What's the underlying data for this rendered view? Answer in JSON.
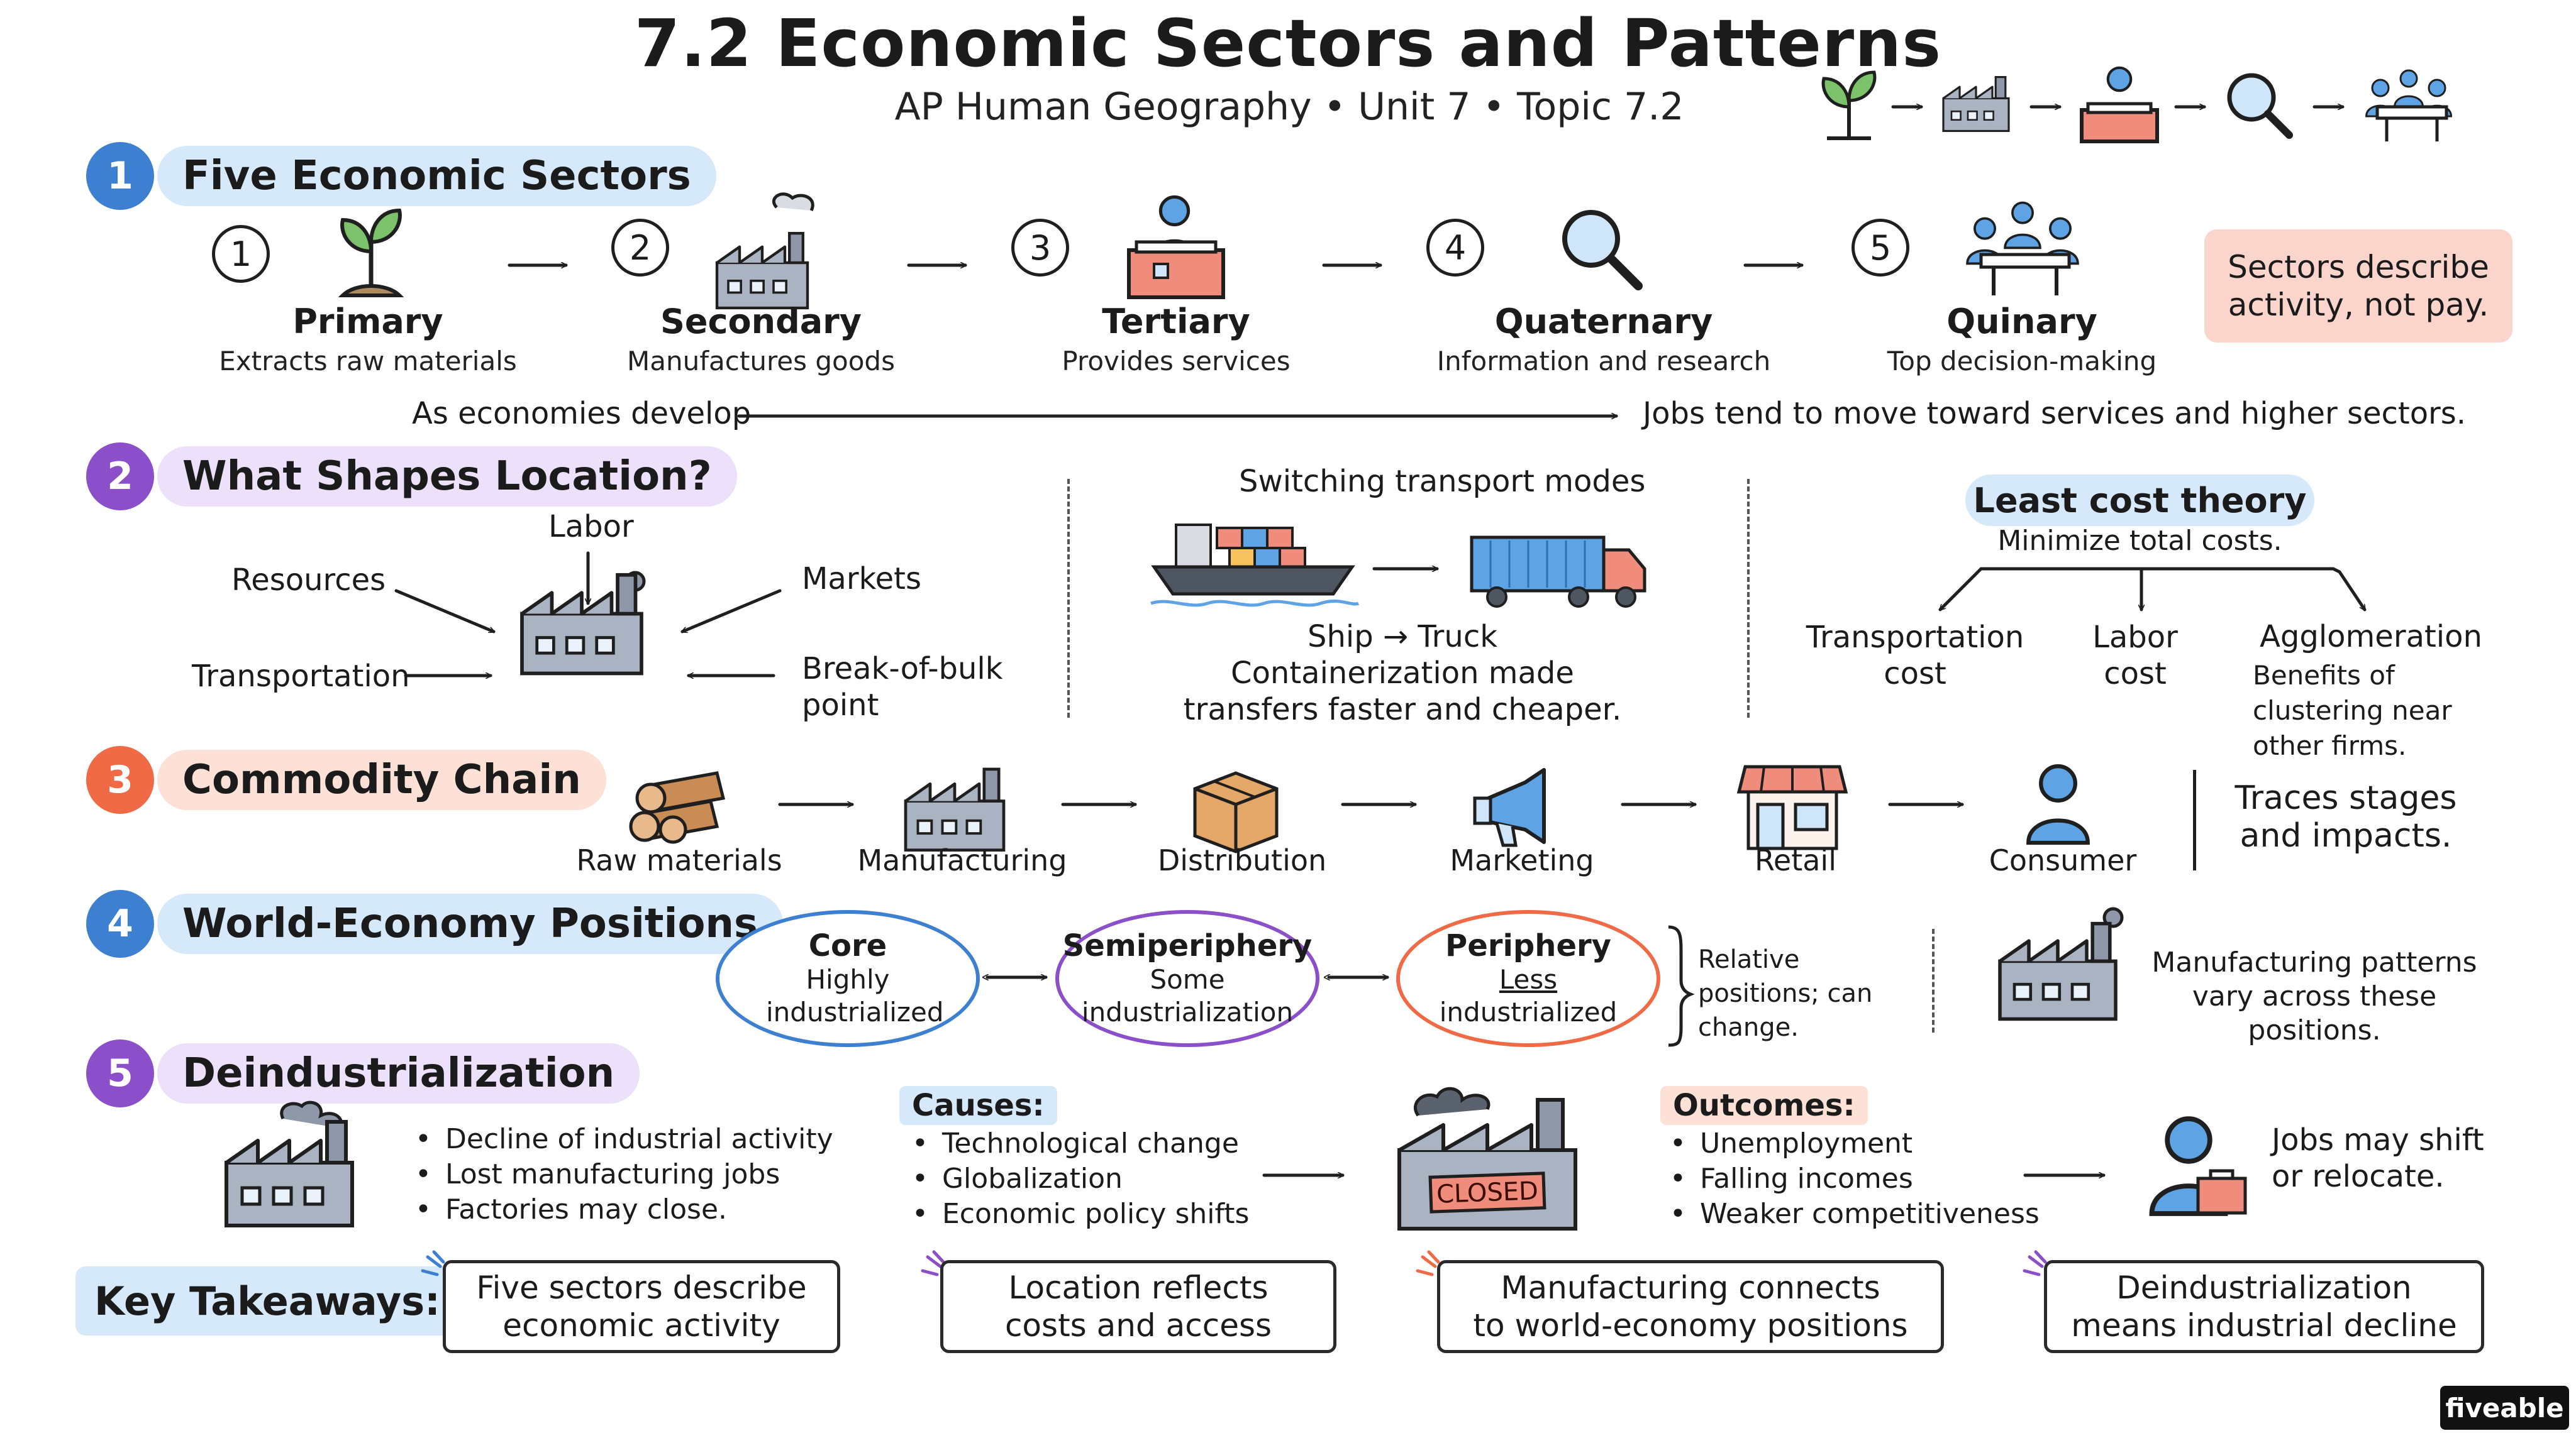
{
  "header": {
    "title": "7.2 Economic Sectors and Patterns",
    "subtitle": "AP Human Geography • Unit 7 • Topic 7.2",
    "icon_flow": [
      "sprout-icon",
      "factory-icon",
      "desk-worker-icon",
      "magnifier-icon",
      "meeting-icon"
    ]
  },
  "colors": {
    "blue": "#3d7fd0",
    "purple": "#8a4fc9",
    "orange": "#ef6a45",
    "blue_bg": "#d6e9fb",
    "purple_bg": "#ece0fa",
    "orange_bg": "#fde0d6",
    "note_bg": "#fbd5cc"
  },
  "s1": {
    "num": "1",
    "label": "Five Economic Sectors",
    "sectors": [
      {
        "num": "1",
        "name": "Primary",
        "desc": "Extracts raw materials",
        "icon": "sprout-icon"
      },
      {
        "num": "2",
        "name": "Secondary",
        "desc": "Manufactures goods",
        "icon": "factory-icon"
      },
      {
        "num": "3",
        "name": "Tertiary",
        "desc": "Provides services",
        "icon": "desk-worker-icon"
      },
      {
        "num": "4",
        "name": "Quaternary",
        "desc": "Information and research",
        "icon": "magnifier-icon"
      },
      {
        "num": "5",
        "name": "Quinary",
        "desc": "Top decision-making",
        "icon": "meeting-icon"
      }
    ],
    "note": "Sectors describe activity, not pay.",
    "develop_left": "As economies develop",
    "develop_right": "Jobs tend to move toward services and higher sectors."
  },
  "s2": {
    "num": "2",
    "label": "What Shapes Location?",
    "factors": {
      "labor": "Labor",
      "resources": "Resources",
      "markets": "Markets",
      "transportation": "Transportation",
      "bulk": "Break-of-bulk point"
    },
    "switch": {
      "title": "Switching transport modes",
      "ship_truck": "Ship → Truck",
      "desc": "Containerization made transfers faster and cheaper."
    },
    "least_cost": {
      "title": "Least cost theory",
      "sub": "Minimize total costs.",
      "transport": "Transportation cost",
      "labor": "Labor cost",
      "agglom": "Agglomeration",
      "agglom_desc": "Benefits of clustering near other firms."
    }
  },
  "s3": {
    "num": "3",
    "label": "Commodity Chain",
    "steps": [
      {
        "label": "Raw materials",
        "icon": "logs-icon"
      },
      {
        "label": "Manufacturing",
        "icon": "factory-icon"
      },
      {
        "label": "Distribution",
        "icon": "box-icon"
      },
      {
        "label": "Marketing",
        "icon": "megaphone-icon"
      },
      {
        "label": "Retail",
        "icon": "store-icon"
      },
      {
        "label": "Consumer",
        "icon": "person-icon"
      }
    ],
    "note": "Traces stages and impacts."
  },
  "s4": {
    "num": "4",
    "label": "World-Economy Positions",
    "core": {
      "title": "Core",
      "desc": "Highly industrialized"
    },
    "semi": {
      "title": "Semiperiphery",
      "desc1": "Some",
      "desc2": "industrialization"
    },
    "peri": {
      "title": "Periphery",
      "desc1": "Less",
      "desc2": "industrialized"
    },
    "relative": "Relative positions; can change.",
    "manufacturing": "Manufacturing patterns vary across these positions."
  },
  "s5": {
    "num": "5",
    "label": "Deindustrialization",
    "bullets": [
      "Decline of industrial activity",
      "Lost manufacturing jobs",
      "Factories may close."
    ],
    "causes_title": "Causes:",
    "causes": [
      "Technological change",
      "Globalization",
      "Economic policy shifts"
    ],
    "closed": "CLOSED",
    "outcomes_title": "Outcomes:",
    "outcomes": [
      "Unemployment",
      "Falling incomes",
      "Weaker competitiveness"
    ],
    "shift": "Jobs may shift or relocate."
  },
  "takeaways": {
    "label": "Key Takeaways:",
    "items": [
      {
        "l1": "Five sectors describe",
        "l2": "economic activity"
      },
      {
        "l1": "Location reflects",
        "l2": "costs and access"
      },
      {
        "l1": "Manufacturing connects",
        "l2": "to world-economy positions"
      },
      {
        "l1": "Deindustrialization",
        "l2": "means industrial decline"
      }
    ]
  },
  "brand": "fiveable"
}
